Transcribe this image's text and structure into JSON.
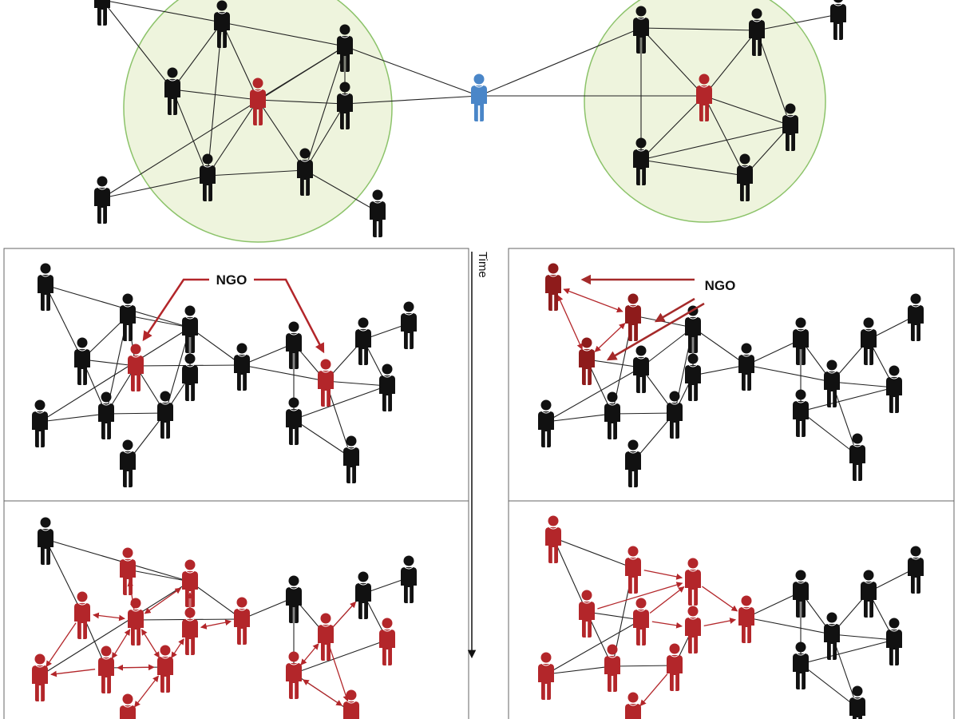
{
  "labels": {
    "ngo_left": "NGO",
    "ngo_right": "NGO",
    "time_axis": "Time"
  },
  "colors": {
    "person": "#111111",
    "influenced": "#b3262a",
    "ngo_dark": "#8e1b1b",
    "broker": "#4a86c8",
    "cluster_fill": "#eef4dd",
    "cluster_stroke": "#8cc36a",
    "edge": "#222222"
  }
}
